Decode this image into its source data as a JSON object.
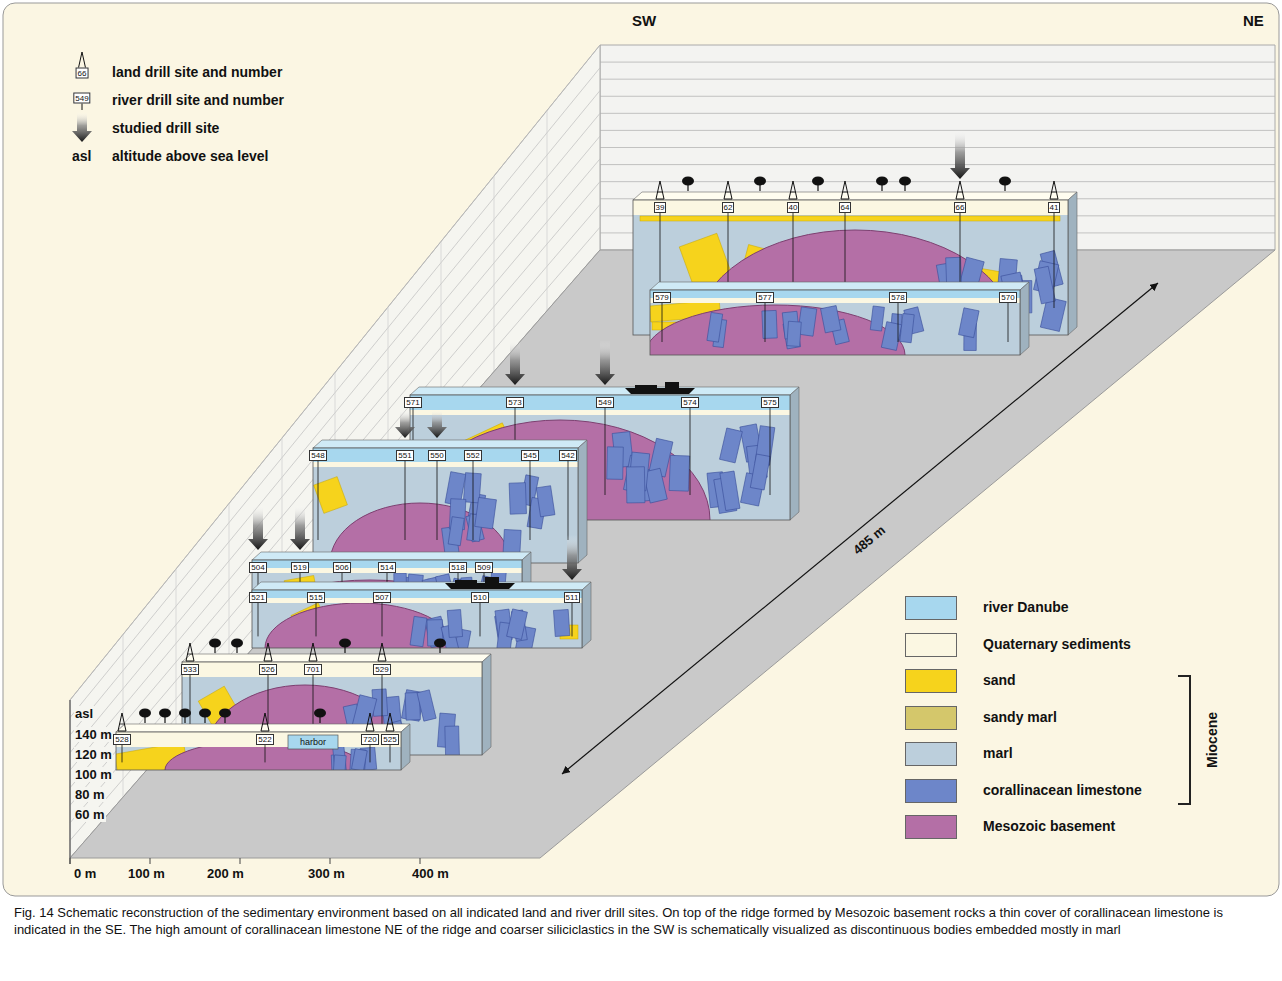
{
  "diagram": {
    "caption": "Fig. 14 Schematic reconstruction of the sedimentary environment based on all indicated land and river drill sites. On top of the ridge formed by Mesozoic basement rocks a thin cover of corallinacean limestone is indicated in the SE. The high amount of corallinacean limestone NE of the ridge and coarser siliciclastics in the SW is schematically visualized as discontinuous bodies embedded mostly in marl",
    "labels": [
      "SW",
      "NE",
      "66",
      "549",
      "asl",
      "asl",
      "140 m",
      "120 m",
      "100 m",
      "80 m",
      "60 m",
      "0 m",
      "100 m",
      "200 m",
      "300 m",
      "400 m",
      "485 m",
      "harbor",
      "Miocene",
      "39",
      "62",
      "40",
      "64",
      "66",
      "41",
      "579",
      "577",
      "578",
      "570",
      "571",
      "573",
      "549",
      "574",
      "575",
      "548",
      "551",
      "550",
      "552",
      "545",
      "542",
      "504",
      "519",
      "506",
      "514",
      "518",
      "509",
      "521",
      "515",
      "507",
      "510",
      "511",
      "533",
      "526",
      "701",
      "529",
      "528",
      "522",
      "720",
      "525"
    ],
    "legend": [
      {
        "text": "land drill site and number"
      },
      {
        "text": "river drill site and number"
      },
      {
        "text": "studied drill site"
      },
      {
        "text": "altitude above sea level"
      },
      {
        "text": "river Danube",
        "color": "#a7d7ee"
      },
      {
        "text": "Quaternary sediments",
        "color": "#fbf7e2"
      },
      {
        "text": "sand",
        "color": "#f6d31c"
      },
      {
        "text": "sandy marl",
        "color": "#d4c76b"
      },
      {
        "text": "marl",
        "color": "#bccfdc"
      },
      {
        "text": "corallinacean limestone",
        "color": "#6d86c9"
      },
      {
        "text": "Mesozoic basement",
        "color": "#b46fa6"
      }
    ]
  }
}
